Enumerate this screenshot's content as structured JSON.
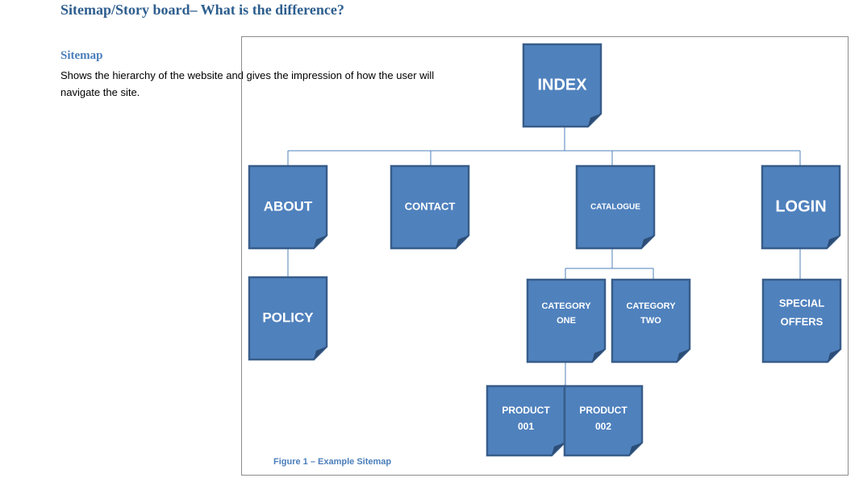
{
  "document": {
    "title": "Sitemap/Story board– What is the difference?",
    "section_heading": "Sitemap",
    "body_line_1": "Shows the hierarchy of the website and gives the impression of how the user will",
    "body_line_2": "navigate the site.",
    "figure_caption": "Figure 1 – Example Sitemap"
  },
  "colors": {
    "node_fill": "#4f81bd",
    "node_border": "#385d8a",
    "fold": "#2c4d75",
    "connector": "#4f81bd",
    "heading": "#2e5e8e"
  },
  "sitemap": {
    "nodes": {
      "index": {
        "lines": [
          "INDEX"
        ]
      },
      "about": {
        "lines": [
          "ABOUT"
        ]
      },
      "contact": {
        "lines": [
          "CONTACT"
        ]
      },
      "catalogue": {
        "lines": [
          "CATALOGUE"
        ]
      },
      "login": {
        "lines": [
          "LOGIN"
        ]
      },
      "policy": {
        "lines": [
          "POLICY"
        ]
      },
      "category_one": {
        "lines": [
          "CATEGORY",
          "ONE"
        ]
      },
      "category_two": {
        "lines": [
          "CATEGORY",
          "TWO"
        ]
      },
      "special_offers": {
        "lines": [
          "SPECIAL",
          "OFFERS"
        ]
      },
      "product_001": {
        "lines": [
          "PRODUCT",
          "001"
        ]
      },
      "product_002": {
        "lines": [
          "PRODUCT",
          "002"
        ]
      }
    },
    "edges": [
      [
        "index",
        "about"
      ],
      [
        "index",
        "contact"
      ],
      [
        "index",
        "catalogue"
      ],
      [
        "index",
        "login"
      ],
      [
        "about",
        "policy"
      ],
      [
        "catalogue",
        "category_one"
      ],
      [
        "catalogue",
        "category_two"
      ],
      [
        "login",
        "special_offers"
      ],
      [
        "category_one",
        "product_001"
      ],
      [
        "category_one",
        "product_002"
      ]
    ]
  }
}
